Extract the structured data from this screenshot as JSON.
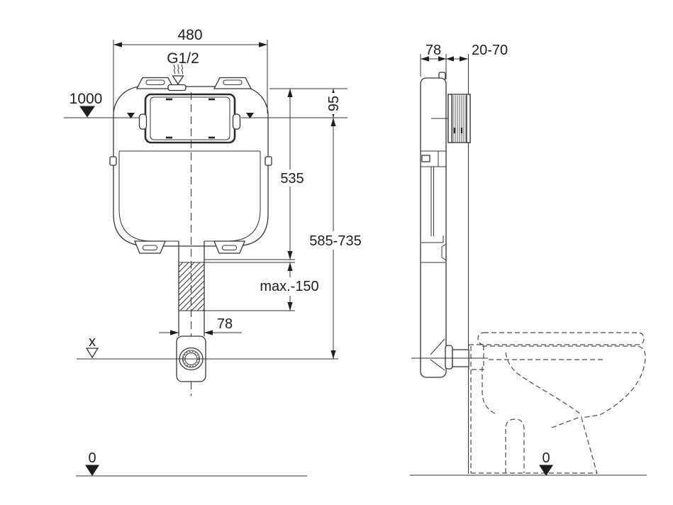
{
  "meta": {
    "drawing_type": "concealed-cistern-installation-dimensions",
    "background": "#ffffff",
    "line_color": "#333333",
    "text_color": "#1d1d1d"
  },
  "front_view": {
    "dim_width": "480",
    "supply_thread": "G1/2",
    "ref_height": "1000",
    "dim_top_offset": "95",
    "dim_body_height": "535",
    "dim_actuation_range": "585-735",
    "dim_cut_allowance": "max.-150",
    "dim_pipe_width": "78",
    "level_x": "x",
    "level_zero": "0"
  },
  "side_view": {
    "dim_depth": "78",
    "dim_wall_finish_range": "20-70",
    "level_zero": "0"
  }
}
